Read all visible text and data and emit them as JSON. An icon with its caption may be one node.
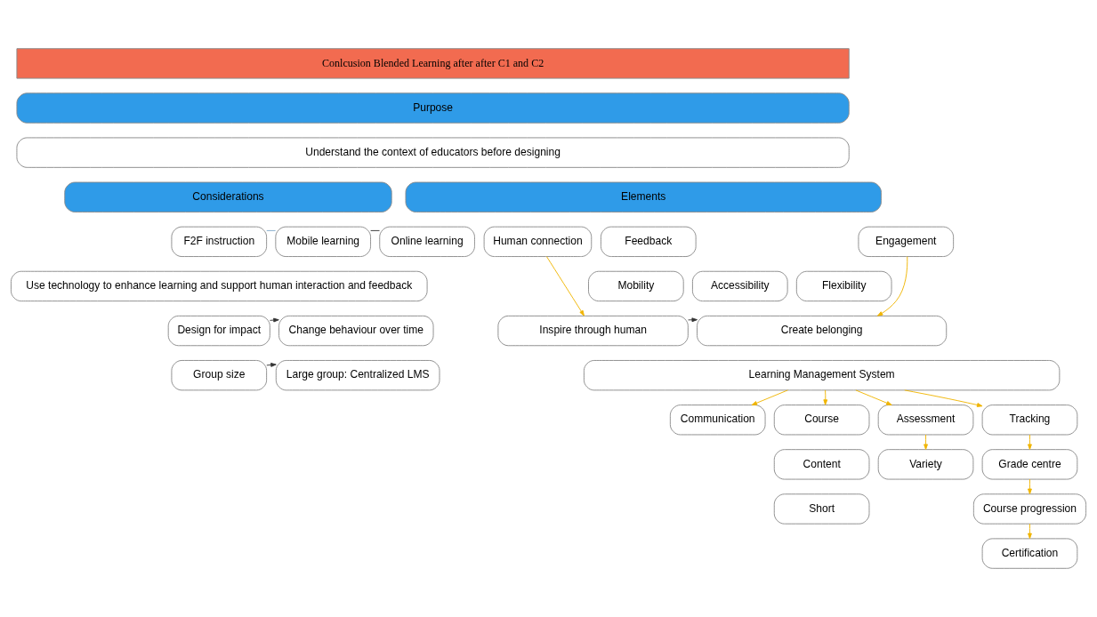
{
  "diagram": {
    "nodes": [
      {
        "text": [
          "Conlcusion Blended Learning after after C1 and C2"
        ]
      },
      {
        "text": [
          "Purpose"
        ]
      },
      {
        "text": [
          "Understand the context of educators before designing"
        ]
      },
      {
        "text": [
          "Considerations"
        ]
      },
      {
        "text": [
          "F2F instruction"
        ]
      },
      {
        "text": [
          "Mobile learning"
        ]
      },
      {
        "text": [
          "Online learning"
        ]
      },
      {
        "text": [
          "Use technology to enhance learning and support human interaction and feedback"
        ]
      },
      {
        "text": [
          "Design for impact"
        ]
      },
      {
        "text": [
          "Change behaviour over time"
        ]
      },
      {
        "text": [
          "Group size"
        ]
      },
      {
        "text": [
          "Large group: Centralized LMS"
        ]
      },
      {
        "text": [
          "Elements"
        ]
      },
      {
        "text": [
          "Human connection"
        ]
      },
      {
        "text": [
          "Feedback"
        ]
      },
      {
        "text": [
          "Engagement"
        ]
      },
      {
        "text": [
          "Flexibility"
        ]
      },
      {
        "text": [
          "Mobility"
        ]
      },
      {
        "text": [
          "Accessibility"
        ]
      },
      {
        "text": [
          "Inspire through human"
        ]
      },
      {
        "text": [
          "Create belonging"
        ]
      },
      {
        "text": [
          "Learning Management System"
        ]
      },
      {
        "text": [
          "Communication"
        ]
      },
      {
        "text": [
          "Course"
        ]
      },
      {
        "text": [
          "Assessment"
        ]
      },
      {
        "text": [
          "Tracking"
        ]
      },
      {
        "text": [
          "Content"
        ]
      },
      {
        "text": [
          "Variety"
        ]
      },
      {
        "text": [
          "Grade centre"
        ]
      },
      {
        "text": [
          "Short"
        ]
      },
      {
        "text": [
          "Course progression"
        ]
      },
      {
        "text": [
          "Certification"
        ]
      }
    ],
    "edges": [
      {
        "from": 4,
        "to": 5,
        "arrow": "none",
        "color": "#7fa7c9"
      },
      {
        "from": 5,
        "to": 6,
        "arrow": "none",
        "color": "#333333"
      },
      {
        "from": 8,
        "to": 9,
        "arrow": "to",
        "color": "#333333"
      },
      {
        "from": 10,
        "to": 11,
        "arrow": "to",
        "color": "#333333"
      },
      {
        "from": 13,
        "to": 19,
        "arrow": "to"
      },
      {
        "from": 15,
        "to": 20,
        "arrow": "to"
      },
      {
        "from": 19,
        "to": 20,
        "arrow": "to",
        "color": "#333333"
      },
      {
        "from": 21,
        "to": 22,
        "arrow": "to"
      },
      {
        "from": 21,
        "to": 23,
        "arrow": "to"
      },
      {
        "from": 21,
        "to": 24,
        "arrow": "to"
      },
      {
        "from": 21,
        "to": 25,
        "arrow": "to"
      },
      {
        "from": 24,
        "to": 27,
        "arrow": "to"
      },
      {
        "from": 25,
        "to": 28,
        "arrow": "to"
      },
      {
        "from": 28,
        "to": 30,
        "arrow": "to"
      },
      {
        "from": 30,
        "to": 31,
        "arrow": "to"
      }
    ]
  }
}
